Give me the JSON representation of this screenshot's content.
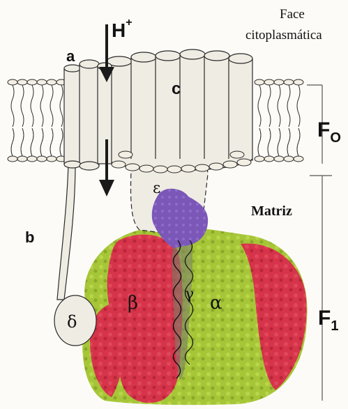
{
  "labels": {
    "a": "a",
    "b": "b",
    "c": "c",
    "h_plus": "H",
    "h_plus_sup": "+",
    "face_line1": "Face",
    "face_line2": "citoplasmática",
    "matriz": "Matriz",
    "fo_main": "F",
    "fo_sub": "O",
    "f1_main": "F",
    "f1_sub": "1",
    "epsilon": "ε",
    "delta": "δ",
    "beta": "β",
    "gamma": "γ",
    "alpha": "α"
  },
  "colors": {
    "background": "#fdfbf7",
    "membrane_head": "#f3efe4",
    "outline": "#2a2a2a",
    "subunit_fill": "#efece3",
    "beta_red": "#d6344a",
    "alpha_green": "#a6c638",
    "gamma_gray": "#7a7f66",
    "epsilon_purple": "#7b57b8"
  }
}
